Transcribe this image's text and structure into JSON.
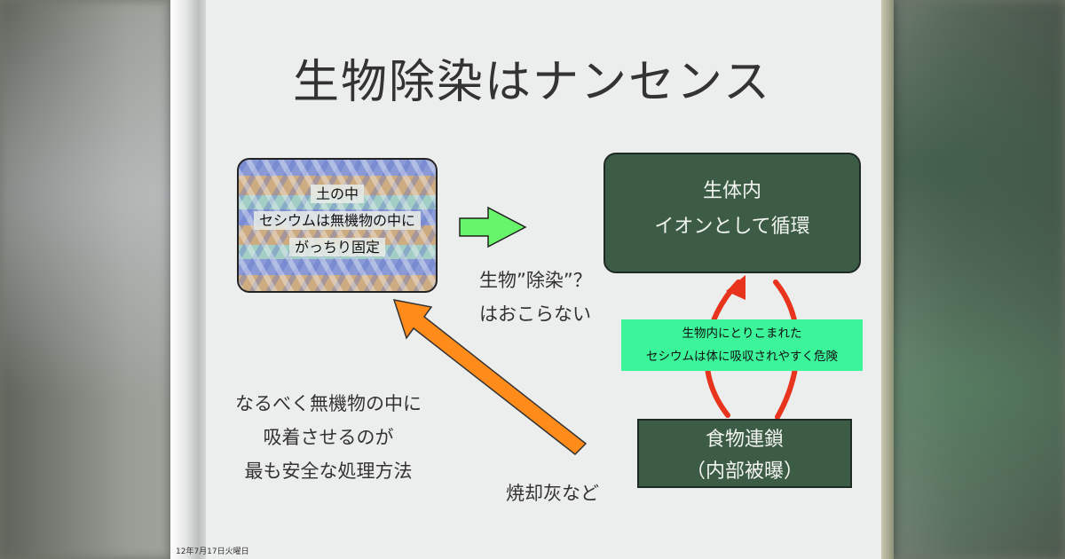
{
  "slide": {
    "title": "生物除染はナンセンス",
    "soil_box": {
      "lines": [
        "土の中",
        "セシウムは無機物の中に",
        "がっちり固定"
      ]
    },
    "inner_box": {
      "lines": [
        "生体内",
        "イオンとして循環"
      ]
    },
    "question": {
      "lines": [
        "生物”除染”？",
        "はおこらない"
      ]
    },
    "green_label": {
      "lines": [
        "生物内にとりこまれた",
        "セシウムは体に吸収されやすく危険"
      ]
    },
    "food_box": {
      "lines": [
        "食物連鎖",
        "（内部被曝）"
      ]
    },
    "left_text": {
      "lines": [
        "なるべく無機物の中に",
        "吸着させるのが",
        "最も安全な処理方法"
      ]
    },
    "ash_text": "焼却灰など",
    "footer_date": "12年7月17日火曜日",
    "colors": {
      "green_arrow": "#66f56b",
      "orange_arrow": "#ff8c1a",
      "red_cycle": "#e8341c",
      "dark_box": "#3d5c46",
      "green_label": "#3cf59a"
    }
  }
}
